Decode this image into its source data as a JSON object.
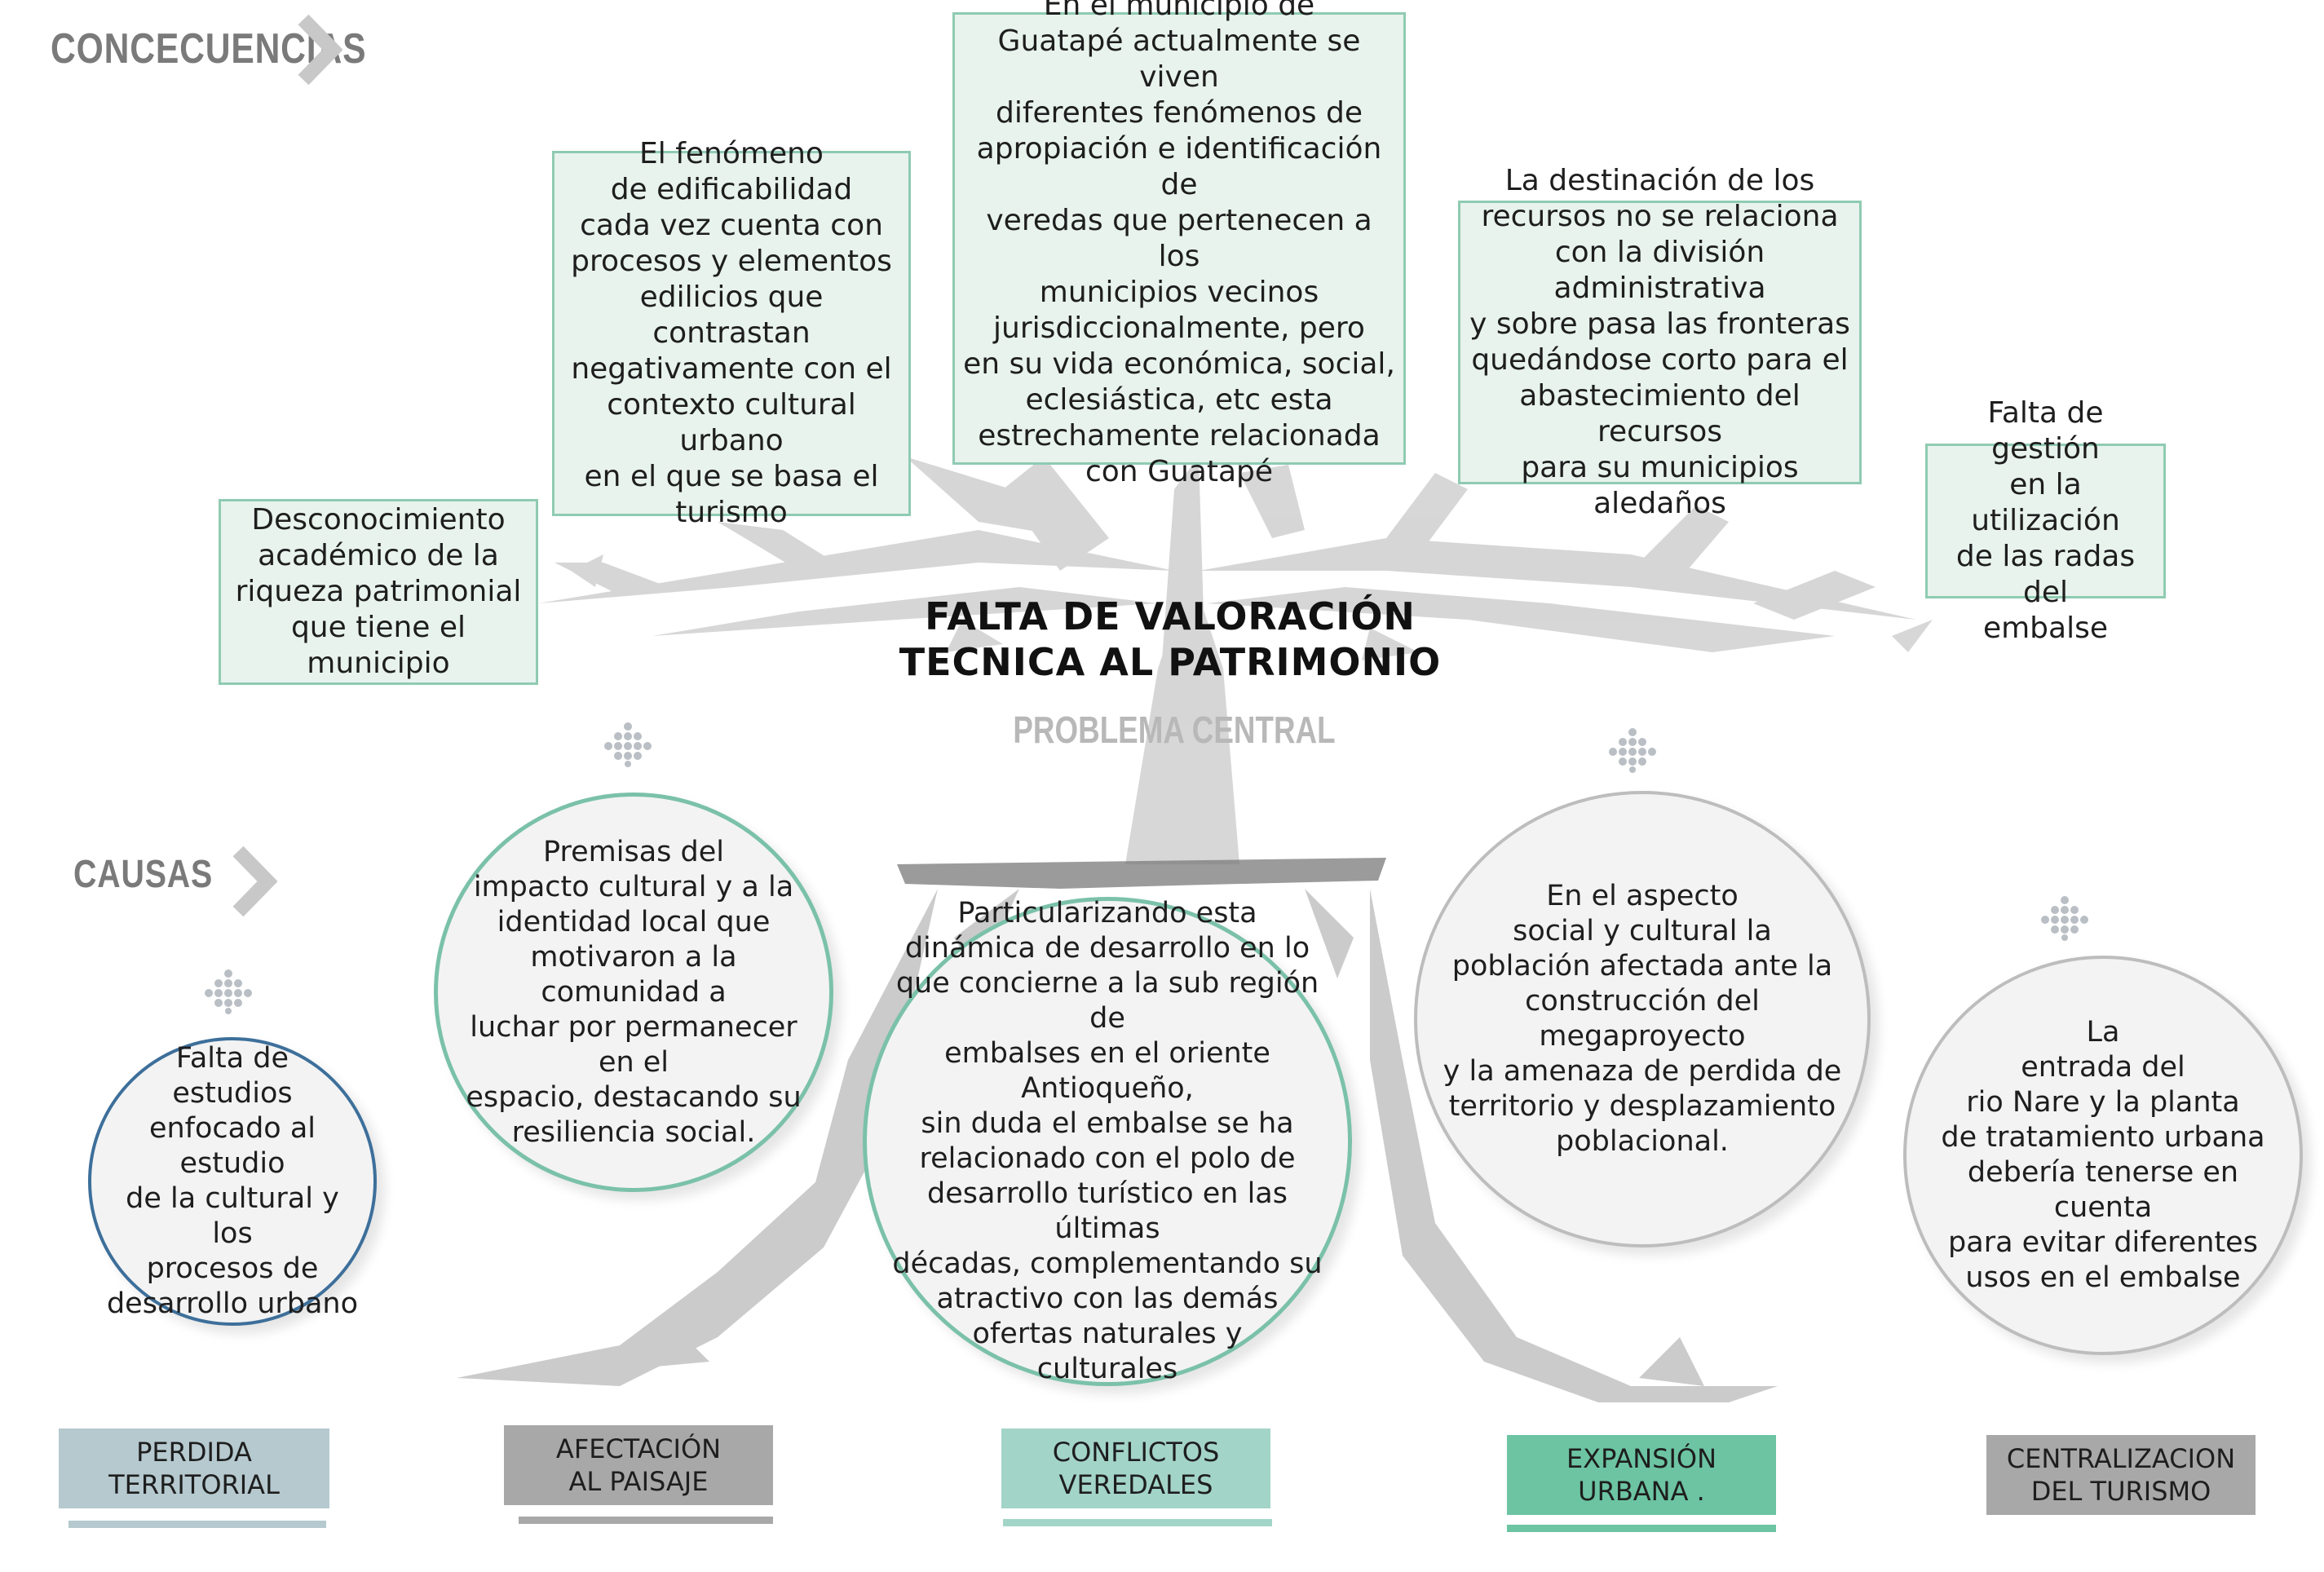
{
  "headings": {
    "consequences": "CONCECUENCIAS",
    "causes": "CAUSAS"
  },
  "problem": {
    "title": "FALTA DE VALORACIÓN\nTECNICA AL PATRIMONIO",
    "subtitle": "PROBLEMA CENTRAL"
  },
  "consequences": [
    "Desconocimiento\nacadémico de la\nriqueza patrimonial\nque tiene el\nmunicipio",
    "El fenómeno\nde edificabilidad\ncada vez cuenta con\nprocesos y elementos\nedilicios que contrastan\nnegativamente con el\ncontexto cultural urbano\nen el que se basa el\nturismo",
    "En el municipio de\nGuatapé actualmente se viven\ndiferentes fenómenos de\napropiación e identificación de\nveredas que pertenecen a los\nmunicipios vecinos\njurisdiccionalmente, pero\nen su vida económica, social,\neclesiástica, etc esta\nestrechamente relacionada\ncon Guatapé",
    "La destinación de los\nrecursos no se relaciona\ncon la división administrativa\ny sobre pasa las fronteras\nquedándose corto para el\nabastecimiento del recursos\npara su municipios aledaños",
    "Falta de gestión\nen la utilización\nde las radas del\nembalse"
  ],
  "causes": [
    "Falta de\nestudios\nenfocado al estudio\nde la cultural y los\nprocesos de\ndesarrollo urbano",
    "Premisas del\nimpacto cultural y a la\nidentidad local que\nmotivaron a la comunidad a\nluchar por permanecer en el\nespacio, destacando su\nresiliencia social.",
    "Particularizando esta\ndinámica de desarrollo en lo\nque concierne a la sub región de\nembalses en el oriente Antioqueño,\nsin duda el embalse se ha\nrelacionado con el polo de\ndesarrollo turístico en las últimas\ndécadas, complementando su\natractivo con las demás\nofertas naturales y\nculturales",
    "En el aspecto\nsocial y cultural la\npoblación afectada ante la\nconstrucción del megaproyecto\ny la amenaza de perdida de\nterritorio y desplazamiento\npoblacional.",
    "La\nentrada del\nrio Nare y la planta\nde tratamiento urbana\ndebería tenerse en cuenta\npara evitar diferentes\nusos en el embalse"
  ],
  "categories": [
    {
      "label": "PERDIDA\nTERRITORIAL",
      "color": "#b5c9cf"
    },
    {
      "label": "AFECTACIÓN\nAL PAISAJE",
      "color": "#a8a8a8"
    },
    {
      "label": "CONFLICTOS\nVEREDALES",
      "color": "#a3d4c8"
    },
    {
      "label": "EXPANSIÓN\nURBANA .",
      "color": "#6cc4a3"
    },
    {
      "label": "CENTRALIZACION\nDEL TURISMO",
      "color": "#a8a8a8"
    }
  ],
  "colors": {
    "box_fill": "#e8f3ee",
    "box_border": "#8fcbb2",
    "circle_border_teal": "#7bc1aa",
    "circle_border_blue": "#3d6f9a",
    "circle_border_gray": "#bdbdbd",
    "tree_gray": "#c8c8c8"
  }
}
